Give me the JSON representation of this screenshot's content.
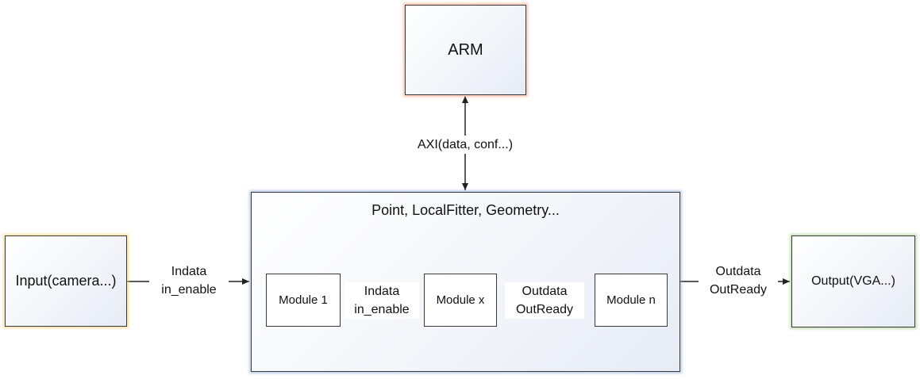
{
  "arm": {
    "label": "ARM"
  },
  "bus": {
    "label": "AXI(data, conf...)"
  },
  "main": {
    "title": "Point, LocalFitter, Geometry..."
  },
  "input": {
    "label": "Input(camera...)"
  },
  "output": {
    "label": "Output(VGA...)"
  },
  "modules": [
    "Module 1",
    "Module x",
    "Module n"
  ],
  "signals": {
    "input_to_main": [
      "Indata",
      "in_enable"
    ],
    "mod1_to_modx": [
      "Indata",
      "in_enable"
    ],
    "modx_to_modn": [
      "Outdata",
      "OutReady"
    ],
    "main_to_output": [
      "Outdata",
      "OutReady"
    ]
  },
  "colors": {
    "arm_glow": "#f4966e",
    "main_glow": "#8cafe1",
    "input_glow": "#f8d278",
    "output_glow": "#a0cd82",
    "line": "#222222"
  }
}
